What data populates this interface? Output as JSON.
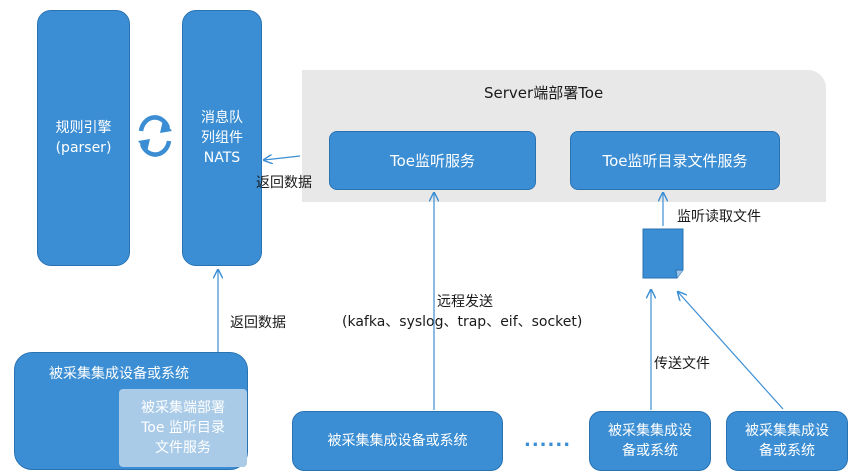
{
  "rule_engine": "规则引擎\n(parser)",
  "message_queue": "消息队\n列组件\nNATS",
  "server_title": "Server端部署Toe",
  "toe_listen_service": "Toe监听服务",
  "toe_dir_service": "Toe监听目录文件服务",
  "return_data_top": "返回数据",
  "return_data_bottom": "返回数据",
  "listen_read_file": "监听读取文件",
  "remote_send": "远程发送",
  "protocols": "(kafka、syslog、trap、eif、socket)",
  "transfer_file": "传送文件",
  "collected_left_title": "被采集集成设备或系统",
  "collected_left_inner": "被采集端部署\nToe 监听目录\n文件服务",
  "collected_middle": "被采集集成设备或系统",
  "ellipsis": "......",
  "collected_right1": "被采集集成设\n备或系统",
  "collected_right2": "被采集集成设\n备或系统",
  "colors": {
    "box_fill": "#3b8ed3",
    "box_border": "#2a73b3",
    "server_bg": "#e8e8e8",
    "arrow": "#3b8ed3"
  },
  "icons": {
    "cycle": "refresh-cycle-icon",
    "file": "document-file-icon"
  }
}
